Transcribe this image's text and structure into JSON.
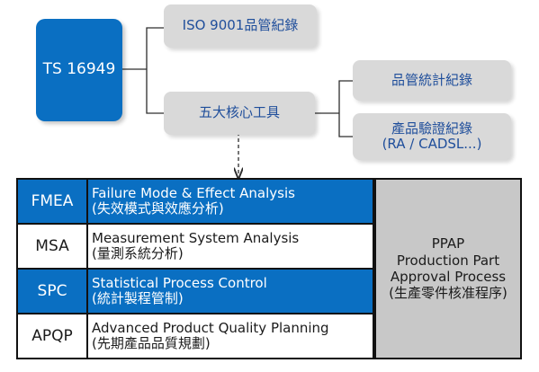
{
  "diagram": {
    "root": {
      "label": "TS 16949"
    },
    "branches": [
      {
        "label": "ISO 9001品管紀錄"
      },
      {
        "label": "五大核心工具",
        "children": [
          {
            "label": "品管統計紀錄"
          },
          {
            "label": "產品驗證紀錄\n(RA / CADSL...)"
          }
        ]
      }
    ],
    "tools": [
      {
        "abbr": "FMEA",
        "name_en": "Failure Mode & Effect Analysis",
        "name_zh": "(失效模式與效應分析)",
        "highlighted": true
      },
      {
        "abbr": "MSA",
        "name_en": "Measurement System Analysis",
        "name_zh": "(量測系統分析)",
        "highlighted": false
      },
      {
        "abbr": "SPC",
        "name_en": "Statistical Process Control",
        "name_zh": "(統計製程管制)",
        "highlighted": true
      },
      {
        "abbr": "APQP",
        "name_en": "Advanced Product Quality Planning",
        "name_zh": "(先期產品品質規劃)",
        "highlighted": false
      }
    ],
    "ppap": {
      "lines": [
        "PPAP",
        "Production Part",
        "Approval Process",
        "(生產零件核准程序)"
      ]
    }
  },
  "colors": {
    "primary_blue": "#0a6fc2",
    "gray_box": "#d9d9d9",
    "ppap_gray": "#c8c8c8",
    "connector": "#2d2d2d",
    "text_blue": "#1f4e9b",
    "text_dark": "#1b1b1b"
  }
}
